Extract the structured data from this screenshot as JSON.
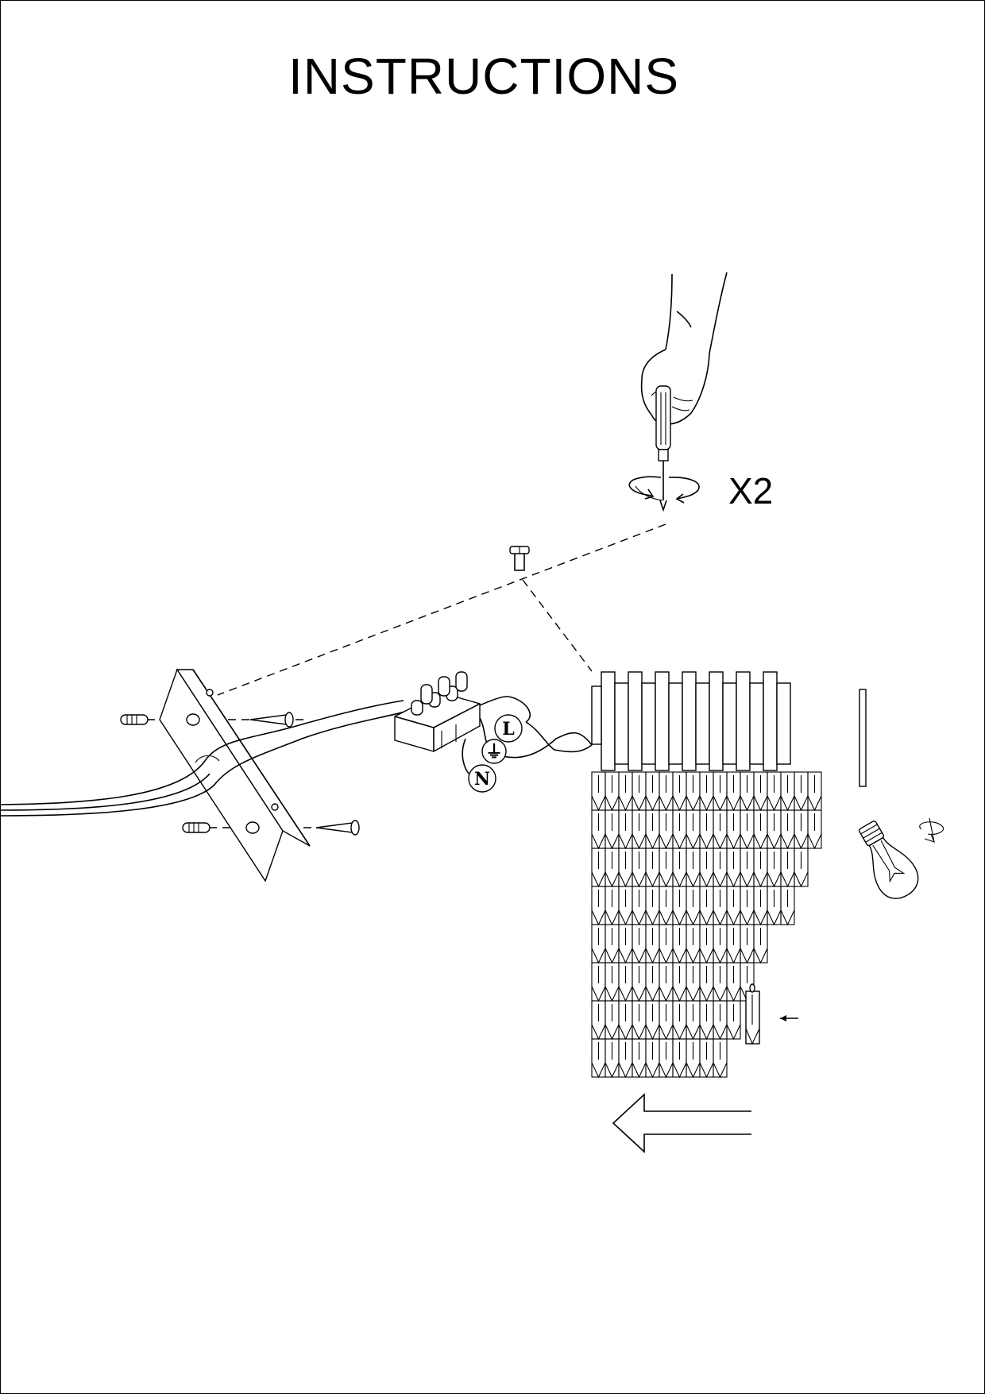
{
  "title": "INSTRUCTIONS",
  "quantity_label": "X2",
  "terminal_labels": {
    "live": "L",
    "earth": "⏚",
    "neutral": "N"
  },
  "icons": [
    "hand-screwdriver-icon",
    "rotate-arrows-icon",
    "screw-icon",
    "mounting-bracket-icon",
    "wall-plug-icon",
    "wood-screw-icon",
    "terminal-block-icon",
    "light-bulb-icon",
    "crystal-prism-icon",
    "direction-arrow-icon"
  ]
}
